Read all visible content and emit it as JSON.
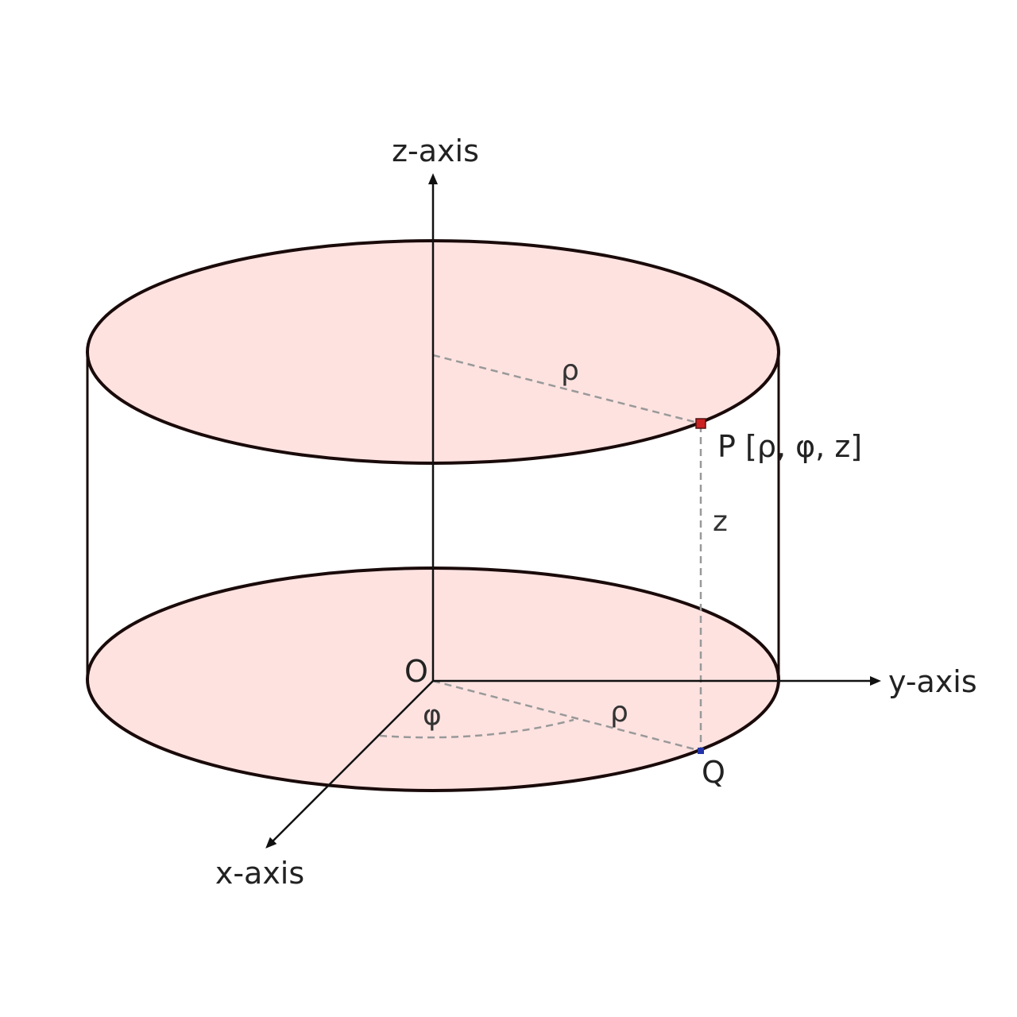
{
  "diagram": {
    "labels": {
      "z_axis": "z-axis",
      "y_axis": "y-axis",
      "x_axis": "x-axis",
      "origin": "O",
      "point_p": "P [ρ, φ, z]",
      "point_q": "Q",
      "rho_top": "ρ",
      "rho_bottom": "ρ",
      "phi": "φ",
      "z": "z"
    },
    "colors": {
      "face_fill": "#fde2e0",
      "outline": "#1a0a0a",
      "axis": "#111111",
      "dashed": "#999999",
      "point_p": "#cc2222",
      "point_q": "#2233aa"
    }
  }
}
